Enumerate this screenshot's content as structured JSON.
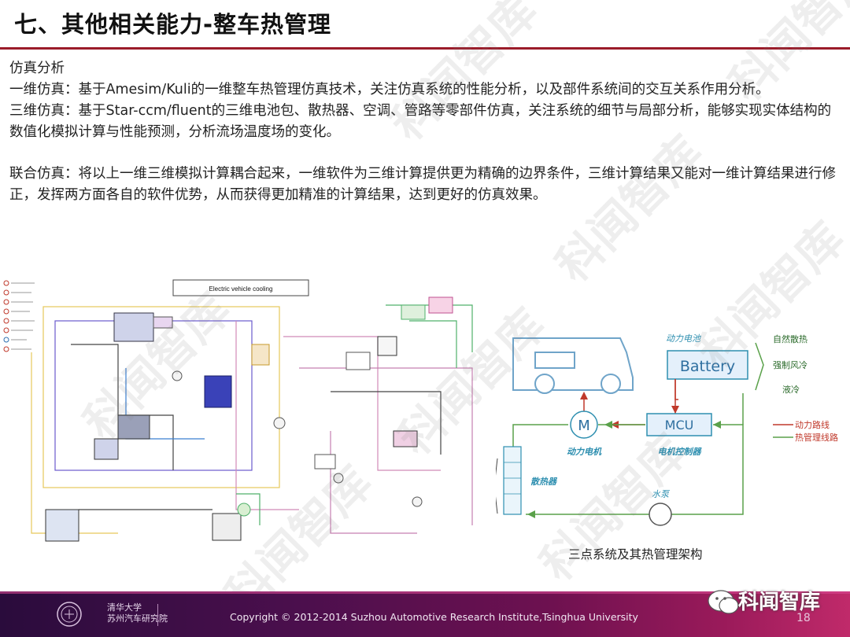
{
  "slide": {
    "title": "七、其他相关能力-整车热管理",
    "section_heading": "仿真分析",
    "paragraphs": [
      "一维仿真：基于Amesim/Kuli的一维整车热管理仿真技术，关注仿真系统的性能分析，以及部件系统间的交互关系作用分析。",
      "三维仿真：基于Star-ccm/fluent的三维电池包、散热器、空调、管路等零部件仿真，关注系统的细节与局部分析，能够实现实体结构的数值化模拟计算与性能预测，分析流场温度场的变化。",
      "联合仿真：将以上一维三维模拟计算耦合起来，一维软件为三维计算提供更为精确的边界条件，三维计算结果又能对一维计算结果进行修正，发挥两方面各自的软件优势，从而获得更加精准的计算结果，达到更好的仿真效果。"
    ]
  },
  "schematic": {
    "title": "Electric vehicle cooling"
  },
  "architecture": {
    "battery_caption": "动力电池",
    "battery_label": "Battery",
    "cooling_methods": [
      "自然散热",
      "强制风冷",
      "液冷"
    ],
    "motor_label": "M",
    "motor_caption": "动力电机",
    "mcu_label": "MCU",
    "mcu_caption": "电机控制器",
    "radiator_caption": "散热器",
    "pump_caption": "水泵",
    "legend": [
      "动力路线",
      "热管理线路"
    ],
    "caption": "三点系统及其热管理架构",
    "colors": {
      "power_line": "#c0392b",
      "thermal_line": "#5aa14a",
      "component": "#2e8fb0"
    }
  },
  "footer": {
    "logo_text_line1": "清华大学",
    "logo_text_line2": "苏州汽车研究院",
    "copyright": "Copyright © 2012-2014 Suzhou Automotive Research Institute,Tsinghua University",
    "page_number": "18",
    "watermark_badge": "科闻智库"
  },
  "watermark": "科闻智库"
}
